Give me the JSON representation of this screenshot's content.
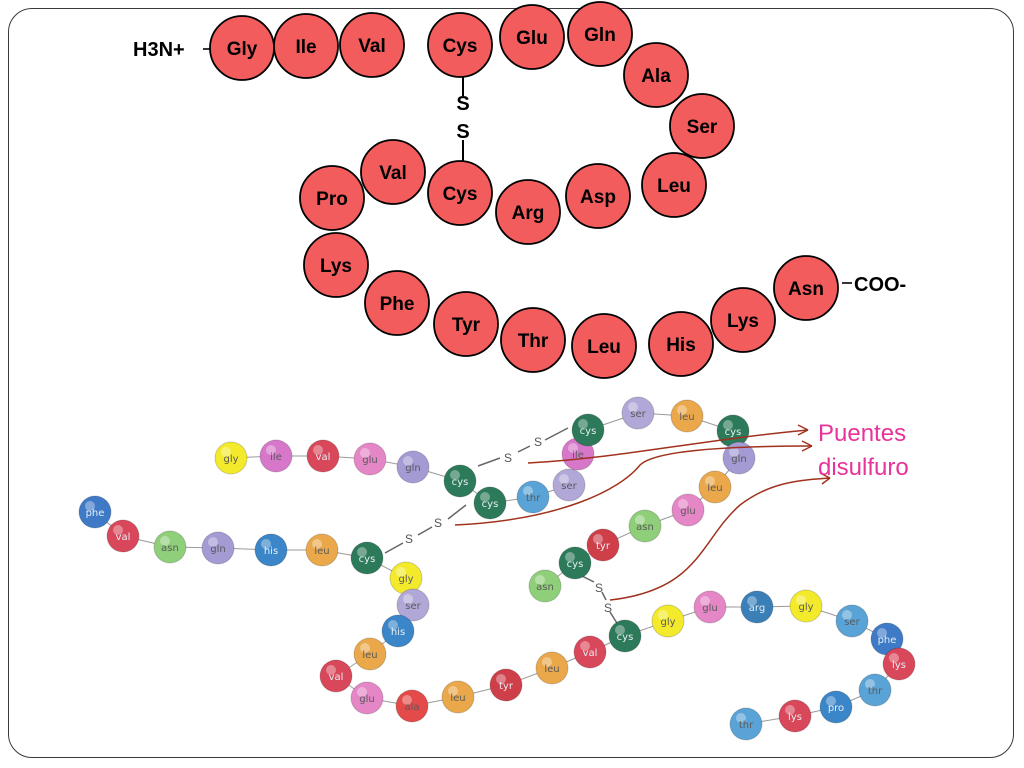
{
  "top_chain": {
    "n_terminus": "H3N+",
    "c_terminus": "COO-",
    "residues": [
      "Gly",
      "Ile",
      "Val",
      "Cys",
      "Glu",
      "Gln",
      "Ala",
      "Ser",
      "Leu",
      "Asp",
      "Arg",
      "Cys",
      "Val",
      "Pro",
      "Lys",
      "Phe",
      "Tyr",
      "Thr",
      "Leu",
      "His",
      "Lys",
      "Asn"
    ],
    "bond_letters": [
      "S",
      "S"
    ],
    "colors": {
      "bead_fill": "#f25c5c",
      "bead_stroke": "#000000"
    }
  },
  "bottom_chain": {
    "callout_text": [
      "Puentes",
      "disulfuro"
    ],
    "callout_color": "#e8339a",
    "arrow_color": "#a0321e",
    "residues": [
      {
        "label": "gly",
        "color": "#f3ea2c"
      },
      {
        "label": "ile",
        "color": "#d777c9"
      },
      {
        "label": "val",
        "color": "#d9475a"
      },
      {
        "label": "glu",
        "color": "#e586c7"
      },
      {
        "label": "gln",
        "color": "#a49ad4"
      },
      {
        "label": "cys",
        "color": "#2d7a5a"
      },
      {
        "label": "cys",
        "color": "#2d7a5a"
      },
      {
        "label": "thr",
        "color": "#5aa3d6"
      },
      {
        "label": "ser",
        "color": "#b2a8d8"
      },
      {
        "label": "ile",
        "color": "#d777c9"
      },
      {
        "label": "cys",
        "color": "#2d7a5a"
      },
      {
        "label": "ser",
        "color": "#b2a8d8"
      },
      {
        "label": "leu",
        "color": "#eaa84a"
      },
      {
        "label": "cys",
        "color": "#2d7a5a"
      },
      {
        "label": "gln",
        "color": "#a49ad4"
      },
      {
        "label": "leu",
        "color": "#eaa84a"
      },
      {
        "label": "glu",
        "color": "#e586c7"
      },
      {
        "label": "asn",
        "color": "#8fcf7a"
      },
      {
        "label": "tyr",
        "color": "#cf3f4a"
      },
      {
        "label": "cys",
        "color": "#2d7a5a"
      },
      {
        "label": "asn",
        "color": "#8fcf7a"
      },
      {
        "label": "phe",
        "color": "#3f7ac6"
      },
      {
        "label": "val",
        "color": "#d9475a"
      },
      {
        "label": "asn",
        "color": "#8fcf7a"
      },
      {
        "label": "gln",
        "color": "#a49ad4"
      },
      {
        "label": "his",
        "color": "#3a86c8"
      },
      {
        "label": "leu",
        "color": "#eaa84a"
      },
      {
        "label": "cys",
        "color": "#2d7a5a"
      },
      {
        "label": "gly",
        "color": "#f3ea2c"
      },
      {
        "label": "ser",
        "color": "#b2a8d8"
      },
      {
        "label": "his",
        "color": "#3a86c8"
      },
      {
        "label": "leu",
        "color": "#eaa84a"
      },
      {
        "label": "val",
        "color": "#d9475a"
      },
      {
        "label": "glu",
        "color": "#e586c7"
      },
      {
        "label": "ala",
        "color": "#e54a4a"
      },
      {
        "label": "leu",
        "color": "#eaa84a"
      },
      {
        "label": "tyr",
        "color": "#cf3f4a"
      },
      {
        "label": "leu",
        "color": "#eaa84a"
      },
      {
        "label": "val",
        "color": "#d9475a"
      },
      {
        "label": "cys",
        "color": "#2d7a5a"
      },
      {
        "label": "gly",
        "color": "#f3ea2c"
      },
      {
        "label": "glu",
        "color": "#e586c7"
      },
      {
        "label": "arg",
        "color": "#3a7fb8"
      },
      {
        "label": "gly",
        "color": "#f3ea2c"
      },
      {
        "label": "ser",
        "color": "#5aa3d6"
      },
      {
        "label": "phe",
        "color": "#3f7ac6"
      },
      {
        "label": "lys",
        "color": "#d9475a"
      },
      {
        "label": "thr",
        "color": "#5aa3d6"
      },
      {
        "label": "pro",
        "color": "#3a86c8"
      },
      {
        "label": "lys",
        "color": "#d9475a"
      },
      {
        "label": "thr",
        "color": "#5aa3d6"
      }
    ],
    "bond_letters": [
      "S",
      "S"
    ]
  }
}
